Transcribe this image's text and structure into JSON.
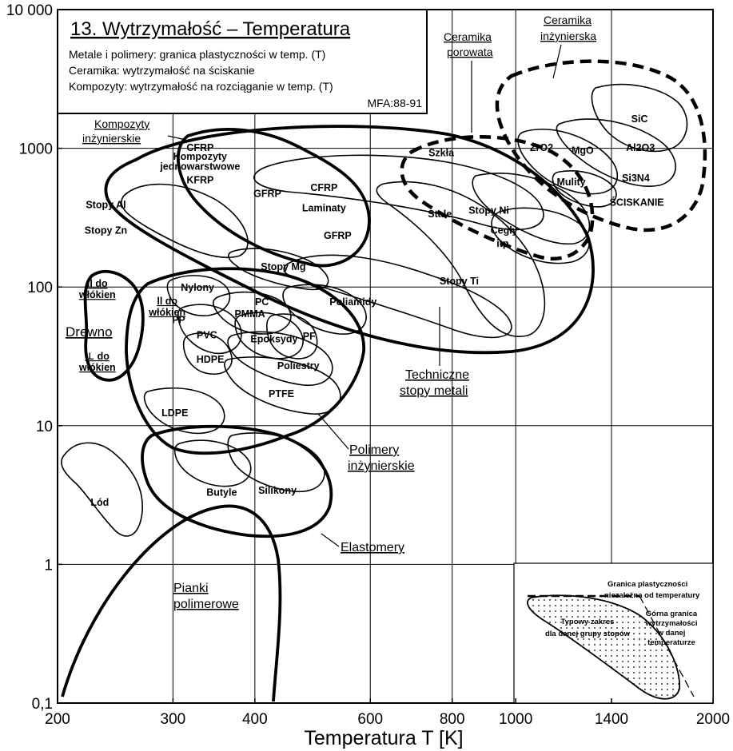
{
  "chart_data": {
    "type": "scatter",
    "x_scale": "log",
    "y_scale": "log",
    "xlabel": "Temperatura  T  [K]",
    "ylabel": "",
    "xlim": [
      200,
      2000
    ],
    "ylim": [
      0.1,
      10000
    ],
    "x_ticks": [
      200,
      300,
      400,
      600,
      800,
      1000,
      1400,
      2000
    ],
    "x_tick_labels": [
      "200",
      "300",
      "400",
      "600",
      "800",
      "1000",
      "1400",
      "2000"
    ],
    "y_ticks": [
      0.1,
      1,
      10,
      100,
      1000,
      10000
    ],
    "y_tick_labels": [
      "0,1",
      "1",
      "10",
      "100",
      "1000",
      "10 000"
    ],
    "grid": true,
    "title": "13. Wytrzymałość  –  Temperatura",
    "legend": {
      "lines": [
        "Metale i polimery: granica plastyczności w temp. (T)",
        "Ceramika: wytrzymałość na ściskanie",
        "Kompozyty: wytrzymałość na rozciąganie w temp. (T)"
      ],
      "ref": "MFA:88-91"
    },
    "family_labels": [
      {
        "id": "kompozyty",
        "lines": [
          "Kompozyty",
          "inżynierskie"
        ]
      },
      {
        "id": "ceramika-porowata",
        "lines": [
          "Ceramika",
          "porowata"
        ]
      },
      {
        "id": "ceramika-inz",
        "lines": [
          "Ceramika",
          "inżynierska"
        ]
      },
      {
        "id": "drewno",
        "lines": [
          "Drewno"
        ]
      },
      {
        "id": "techniczne",
        "lines": [
          "Techniczne",
          "stopy metali"
        ]
      },
      {
        "id": "polimery",
        "lines": [
          "Polimery",
          "inżynierskie"
        ]
      },
      {
        "id": "elastomery",
        "lines": [
          "Elastomery"
        ]
      },
      {
        "id": "pianki",
        "lines": [
          "Pianki",
          "polimerowe"
        ]
      }
    ],
    "material_labels": [
      {
        "text": "CFRP",
        "T": 330,
        "S": 1010
      },
      {
        "text": "Kompozyty",
        "T": 330,
        "S": 870
      },
      {
        "text": "jednowarstwowe",
        "T": 330,
        "S": 740
      },
      {
        "text": "KFRP",
        "T": 330,
        "S": 590
      },
      {
        "text": "GFRP",
        "T": 418,
        "S": 470
      },
      {
        "text": "CFRP",
        "T": 510,
        "S": 520
      },
      {
        "text": "Laminaty",
        "T": 510,
        "S": 370
      },
      {
        "text": "GFRP",
        "T": 535,
        "S": 235
      },
      {
        "text": "Stopy Al",
        "T": 237,
        "S": 390
      },
      {
        "text": "Stopy Zn",
        "T": 237,
        "S": 255
      },
      {
        "text": "Stopy Mg",
        "T": 442,
        "S": 140
      },
      {
        "text": "Szkła",
        "T": 770,
        "S": 925
      },
      {
        "text": "Stale",
        "T": 766,
        "S": 335
      },
      {
        "text": "Stopy Ni",
        "T": 910,
        "S": 355
      },
      {
        "text": "Cegły",
        "T": 960,
        "S": 255
      },
      {
        "text": "itp.",
        "T": 960,
        "S": 205
      },
      {
        "text": "Stopy Ti",
        "T": 820,
        "S": 110
      },
      {
        "text": "ZrO2",
        "T": 1095,
        "S": 1010
      },
      {
        "text": "MgO",
        "T": 1265,
        "S": 960
      },
      {
        "text": "Al2O3",
        "T": 1550,
        "S": 1010
      },
      {
        "text": "SiC",
        "T": 1545,
        "S": 1620
      },
      {
        "text": "Mulity",
        "T": 1215,
        "S": 570
      },
      {
        "text": "Si3N4",
        "T": 1525,
        "S": 610
      },
      {
        "text": "ŚCISKANIE",
        "T": 1530,
        "S": 405
      },
      {
        "text": "Nylony",
        "T": 327,
        "S": 99
      },
      {
        "text": "PC",
        "T": 410,
        "S": 78
      },
      {
        "text": "PMMA",
        "T": 393,
        "S": 64
      },
      {
        "text": "PP",
        "T": 306,
        "S": 58
      },
      {
        "text": "PVC",
        "T": 338,
        "S": 45
      },
      {
        "text": "Epoksydy",
        "T": 428,
        "S": 42
      },
      {
        "text": "PF",
        "T": 484,
        "S": 44
      },
      {
        "text": "HDPE",
        "T": 342,
        "S": 30
      },
      {
        "text": "Poliestry",
        "T": 466,
        "S": 27
      },
      {
        "text": "PTFE",
        "T": 439,
        "S": 17
      },
      {
        "text": "Poliamidy",
        "T": 565,
        "S": 78
      },
      {
        "text": "LDPE",
        "T": 302,
        "S": 12.3
      },
      {
        "text": "Butyle",
        "T": 356,
        "S": 3.3
      },
      {
        "text": "Silikony",
        "T": 433,
        "S": 3.4
      },
      {
        "text": "Lód",
        "T": 232,
        "S": 2.8
      }
    ],
    "wood_labels": [
      {
        "lines": [
          "ll do",
          "włókien"
        ],
        "T": 230,
        "S": 100
      },
      {
        "lines": [
          "ll do",
          "włókien"
        ],
        "T": 294,
        "S": 75
      },
      {
        "lines": [
          "⊥ do",
          "włókien"
        ],
        "T": 230,
        "S": 30
      }
    ],
    "inset_labels": [
      "Granica plastyczności",
      "niezależna od temperatury",
      "Typowy zakres",
      "dla danej grupy stopów",
      "Górna granica",
      "wytrzymałości",
      "w danej",
      "temperaturze"
    ]
  }
}
